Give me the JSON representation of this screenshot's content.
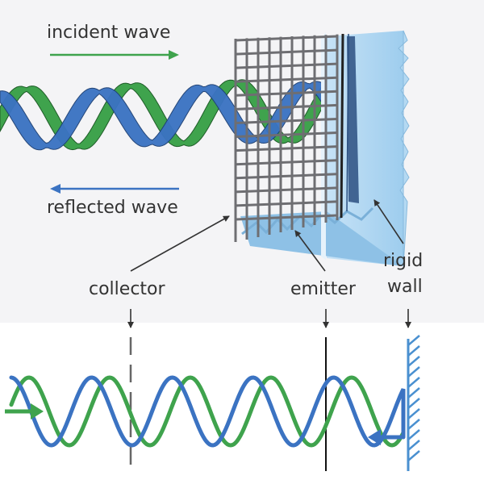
{
  "labels": {
    "incident_wave": "incident wave",
    "reflected_wave": "reflected wave",
    "collector": "collector",
    "emitter": "emitter",
    "rigid_wall_line1": "rigid",
    "rigid_wall_line2": "wall"
  },
  "colors": {
    "incident": "#3fa34d",
    "reflected": "#3b73c2",
    "wall": "#9ecdee",
    "wall_light": "#c6e2f6",
    "grid": "#6e6e72",
    "text": "#333333",
    "annotation_arrow": "#333333"
  },
  "icons": {
    "incident_arrow": "arrow-right-icon",
    "reflected_arrow": "arrow-left-icon",
    "wall_hatch": "hatched-rigid-wall-icon"
  }
}
